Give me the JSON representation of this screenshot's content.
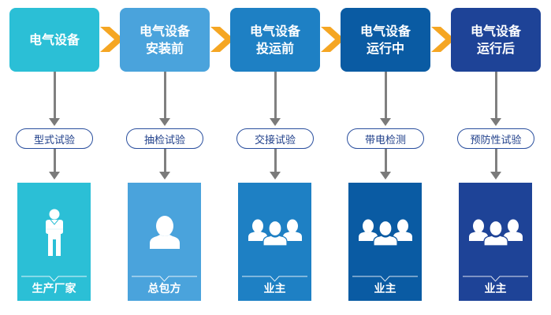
{
  "colors": {
    "stage1": "#2bbfd6",
    "stage2": "#4aa3dc",
    "stage3": "#1e80c4",
    "stage4": "#0a5ba3",
    "stage5": "#1e4397",
    "chevron": "#f5a623",
    "connector": "#7f7f7f",
    "pill_border": "#2a4f9e"
  },
  "stages": [
    {
      "title_line1": "电气设备",
      "title_line2": "",
      "test": "型式试验",
      "party": "生产厂家",
      "icon": "person-standing-icon"
    },
    {
      "title_line1": "电气设备",
      "title_line2": "安装前",
      "test": "抽检试验",
      "party": "总包方",
      "icon": "person-bust-icon"
    },
    {
      "title_line1": "电气设备",
      "title_line2": "投运前",
      "test": "交接试验",
      "party": "业主",
      "icon": "group-icon"
    },
    {
      "title_line1": "电气设备",
      "title_line2": "运行中",
      "test": "带电检测",
      "party": "业主",
      "icon": "group-icon"
    },
    {
      "title_line1": "电气设备",
      "title_line2": "运行后",
      "test": "预防性试验",
      "party": "业主",
      "icon": "group-icon"
    }
  ]
}
